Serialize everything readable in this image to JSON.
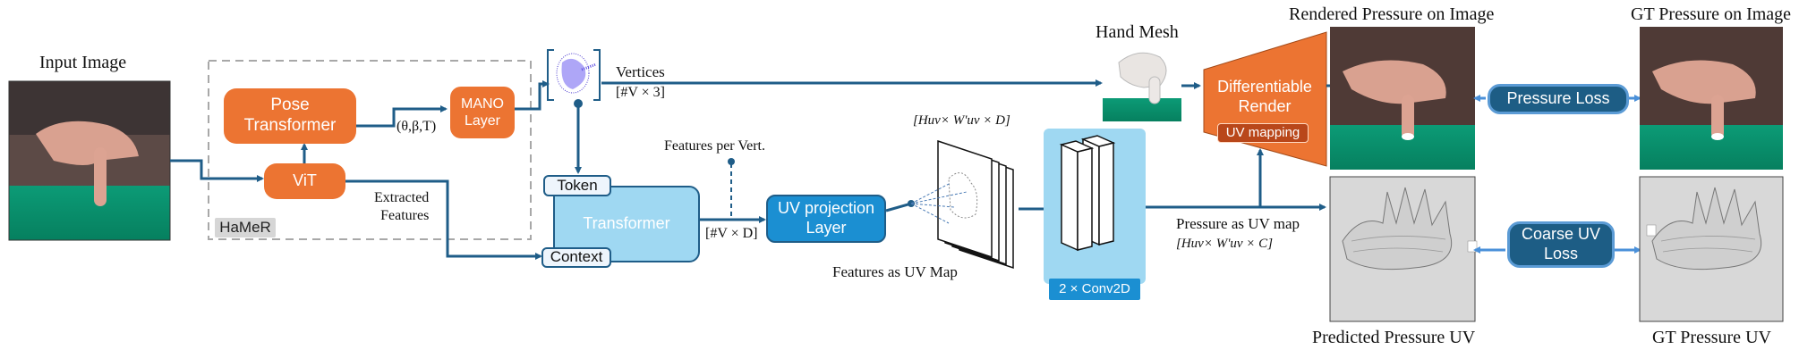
{
  "labels": {
    "input_image": "Input Image",
    "hand_mesh": "Hand Mesh",
    "rendered_pressure": "Rendered Pressure on Image",
    "gt_pressure_image": "GT Pressure on Image",
    "predicted_uv": "Predicted Pressure UV",
    "gt_uv": "GT Pressure UV",
    "vertices": "Vertices",
    "vertices_dim": "[#V × 3]",
    "theta": "(θ,β,T)",
    "extracted_features": "Extracted\nFeatures",
    "hamer": "HaMeR",
    "features_per_vert": "Features per Vert.",
    "vd_dim": "[#V × D]",
    "huv_wuv_d": "[Huv× W'uv × D]",
    "features_as_uv": "Features as UV Map",
    "pressure_as_uv": "Pressure as UV map",
    "huv_wuv_c": "[Huv× W'uv × C]"
  },
  "blocks": {
    "pose_transformer": "Pose\nTransformer",
    "vit": "ViT",
    "mano_layer": "MANO\nLayer",
    "token": "Token",
    "transformer": "Transformer",
    "context": "Context",
    "uv_projection": "UV projection\nLayer",
    "conv2d": "2 × Conv2D",
    "differentiable_render": "Differentiable\nRender",
    "uv_mapping": "UV mapping",
    "pressure_loss": "Pressure Loss",
    "coarse_uv_loss": "Coarse UV\nLoss"
  },
  "colors": {
    "orange": "#ec7432",
    "blue_arrow": "#1f5d88",
    "teal_box": "#1d5d85",
    "light_blue": "#9fd8f2",
    "uv_proj": "#1b8fd2",
    "hamer_border": "#a8a8a8"
  }
}
